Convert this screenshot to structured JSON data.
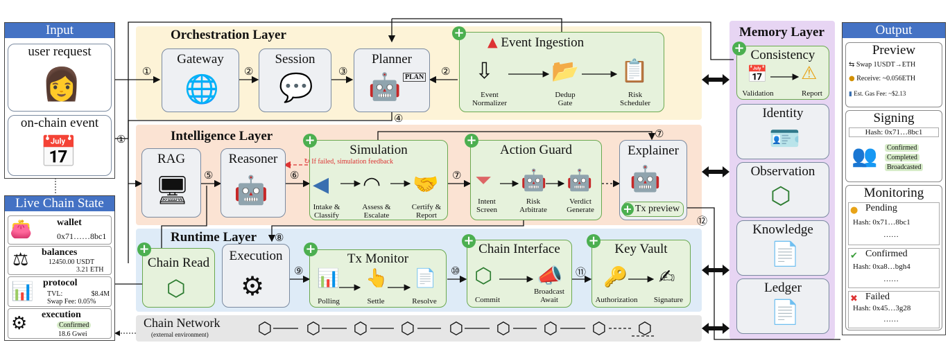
{
  "input": {
    "header": "Input",
    "user_request": "user request",
    "onchain_event": "on-chain event"
  },
  "live_state": {
    "header": "Live Chain State",
    "wallet": {
      "title": "wallet",
      "value": "0x71……8bc1"
    },
    "balances": {
      "title": "balances",
      "usdt": "12450.00 USDT",
      "eth": "3.21 ETH"
    },
    "protocol": {
      "title": "protocol",
      "tvl_label": "TVL:",
      "tvl": "$8.4M",
      "fee_label": "Swap Fee:",
      "fee": "0.05%"
    },
    "execution": {
      "title": "execution",
      "status": "Confirmed",
      "gas": "18.6 Gwei"
    }
  },
  "orchestration": {
    "title": "Orchestration Layer",
    "gateway": "Gateway",
    "session": "Session",
    "planner": "Planner",
    "plan_tag": "PLAN",
    "event_ingestion": {
      "title": "Event Ingestion",
      "normalizer": "Event\nNormalizer",
      "dedup": "Dedup\nGate",
      "scheduler": "Risk\nScheduler"
    }
  },
  "intelligence": {
    "title": "Intelligence Layer",
    "rag": "RAG",
    "reasoner": "Reasoner",
    "simulation": {
      "title": "Simulation",
      "feedback": "If failed, simulation feedback",
      "intake": "Intake &\nClassify",
      "assess": "Assess &\nEscalate",
      "certify": "Certify &\nReport"
    },
    "action_guard": {
      "title": "Action Guard",
      "intent": "Intent\nScreen",
      "risk": "Risk\nArbitrate",
      "verdict": "Verdict\nGenerate"
    },
    "explainer": {
      "title": "Explainer",
      "tx_preview": "Tx preview"
    }
  },
  "runtime": {
    "title": "Runtime Layer",
    "chain_read": "Chain Read",
    "execution": "Execution",
    "tx_monitor": {
      "title": "Tx Monitor",
      "polling": "Polling",
      "settle": "Settle",
      "resolve": "Resolve"
    },
    "chain_interface": {
      "title": "Chain Interface",
      "commit": "Commit",
      "broadcast": "Broadcast\nAwait"
    },
    "key_vault": {
      "title": "Key Vault",
      "authorization": "Authorization",
      "signature": "Signature"
    }
  },
  "network": {
    "title": "Chain Network",
    "subtitle": "(external environment)"
  },
  "memory": {
    "title": "Memory Layer",
    "consistency": "Consistency",
    "validation": "Validation",
    "report": "Report",
    "identity": "Identity",
    "observation": "Observation",
    "knowledge": "Knowledge",
    "ledger": "Ledger"
  },
  "output": {
    "header": "Output",
    "preview": {
      "title": "Preview",
      "swap": "Swap 1USDT→ETH",
      "receive": "Receive: ~0.056ETH",
      "gas": "Est. Gas Fee: ~$2.13"
    },
    "signing": {
      "title": "Signing",
      "hash": "Hash: 0x71…8bc1",
      "s1": "Confirmed",
      "s2": "Completed",
      "s3": "Broadcasted"
    },
    "monitoring": {
      "title": "Monitoring",
      "pending": "Pending",
      "pending_hash": "Hash: 0x71…8bc1",
      "dots1": "……",
      "confirmed": "Confirmed",
      "confirmed_hash": "Hash: 0xa8…bgh4",
      "dots2": "……",
      "failed": "Failed",
      "failed_hash": "Hash: 0x45…3g28",
      "dots3": "……"
    }
  },
  "steps": {
    "s1a": "①",
    "s1b": "①",
    "s2a": "②",
    "s2b": "②",
    "s3": "③",
    "s4": "④",
    "s5": "⑤",
    "s6": "⑥",
    "s7a": "⑦",
    "s7b": "⑦",
    "s8": "⑧",
    "s9": "⑨",
    "s10": "⑩",
    "s11": "⑪",
    "s12": "⑫"
  }
}
